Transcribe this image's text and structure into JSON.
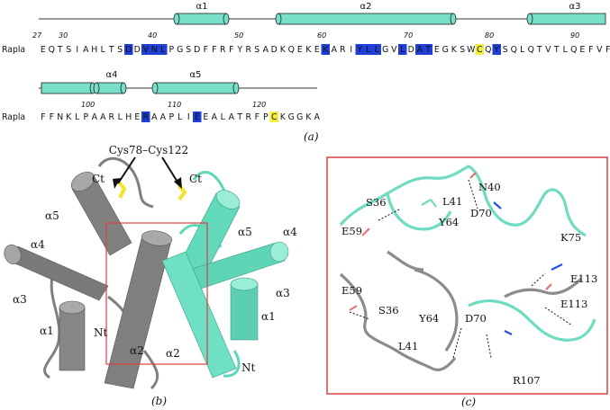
{
  "panel_a": {
    "row1": {
      "label": "Rapla",
      "sequence": "EQTSIAHLTSDDVNLPGSDFFRFYRSADKQEKEKARIYLLGVLDATEGKSWCQYSQLQTVTLQEFVFE",
      "positions": [
        "27",
        "30",
        "40",
        "50",
        "60",
        "70",
        "80",
        "90"
      ],
      "helices": [
        "α1",
        "α2",
        "α3"
      ],
      "blue_residues": [
        10,
        12,
        13,
        14,
        33,
        37,
        38,
        39,
        42,
        44,
        45,
        53
      ],
      "yellow_residues": [
        51
      ]
    },
    "row2": {
      "label": "Rapla",
      "sequence": "FFNKLPAARLHERAAPLIEEALATRFPCKGGKA",
      "positions": [
        "100",
        "110",
        "120"
      ],
      "helices": [
        "α4",
        "α5"
      ],
      "blue_residues": [
        12,
        18
      ],
      "yellow_residues": [
        27
      ]
    },
    "caption": "(a)"
  },
  "panel_b": {
    "labels": {
      "bridge": "Cys78–Cys122",
      "ct_left": "Ct",
      "ct_right": "Ct",
      "a5_left": "α5",
      "a5_right": "α5",
      "a4_left": "α4",
      "a4_right": "α4",
      "a3_left": "α3",
      "a3_right": "α3",
      "a1_left": "α1",
      "a1_right": "α1",
      "a2_left": "α2",
      "a2_right": "α2",
      "nt_left": "Nt",
      "nt_right": "Nt"
    },
    "caption": "(b)"
  },
  "panel_c": {
    "labels": {
      "s36_top": "S36",
      "l41_top": "L41",
      "n40": "N40",
      "d70_top": "D70",
      "y64_top": "Y64",
      "e59_top": "E59",
      "k75": "K75",
      "e113_top": "E113",
      "e59_bottom": "E59",
      "s36_bottom": "S36",
      "y64_bottom": "Y64",
      "d70_bottom": "D70",
      "e113_bottom": "E113",
      "l41_bottom": "L41",
      "r107": "R107"
    },
    "caption": "(c)"
  },
  "colors": {
    "cyan": "#78e0c8",
    "grey": "#8a8a8a",
    "blue_highlight": "#1f3fd6",
    "yellow_highlight": "#f2ef3a",
    "box_red": "#d94040"
  }
}
